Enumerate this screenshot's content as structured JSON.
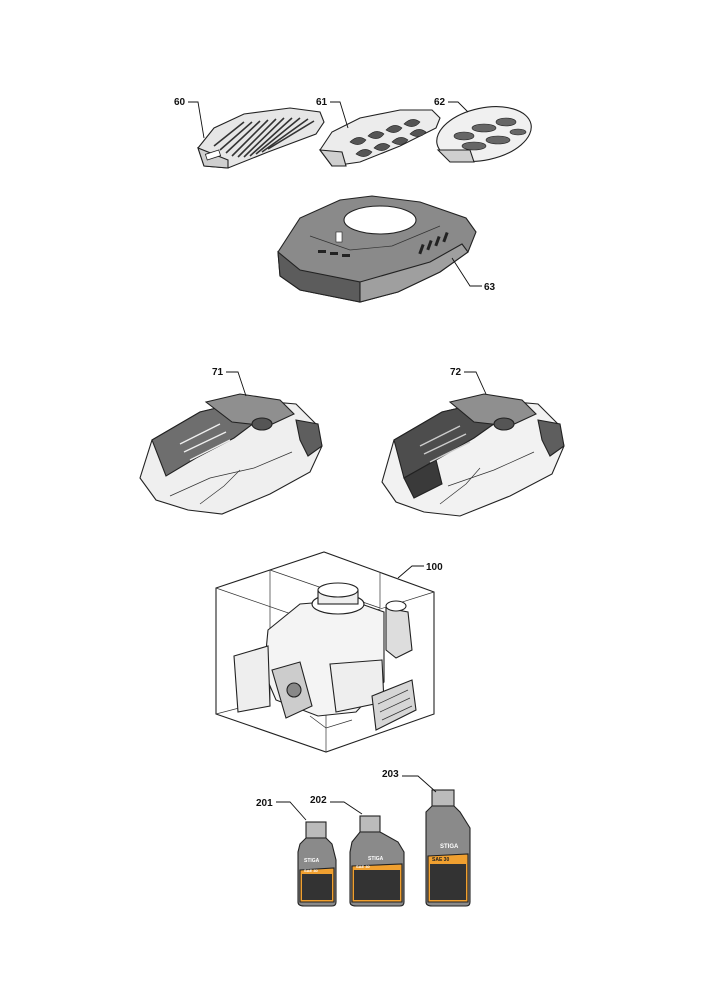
{
  "parts": [
    {
      "id": "p60",
      "label": "60"
    },
    {
      "id": "p61",
      "label": "61"
    },
    {
      "id": "p62",
      "label": "62"
    },
    {
      "id": "p63",
      "label": "63"
    },
    {
      "id": "p71",
      "label": "71"
    },
    {
      "id": "p72",
      "label": "72"
    },
    {
      "id": "p100",
      "label": "100"
    },
    {
      "id": "p201",
      "label": "201"
    },
    {
      "id": "p202",
      "label": "202"
    },
    {
      "id": "p203",
      "label": "203"
    }
  ],
  "bottles": {
    "brand": "STIGA",
    "grade": "SAE 30"
  },
  "colors": {
    "outline": "#222222",
    "dark_fill": "#6e6e6e",
    "mid_fill": "#9a9a9a",
    "light_fill": "#d9d9d9",
    "label_orange": "#f0a030"
  }
}
